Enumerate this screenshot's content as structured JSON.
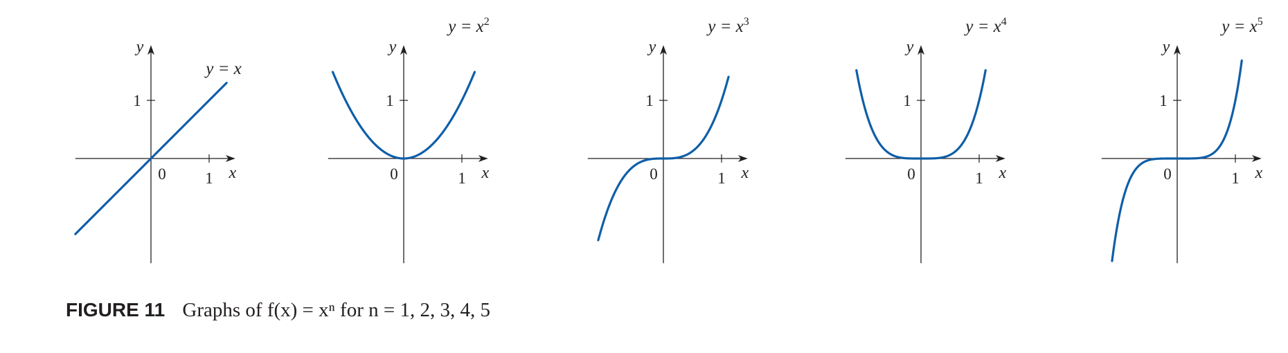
{
  "caption": {
    "label": "FIGURE 11",
    "text": "Graphs of f(x) = xⁿ for n = 1, 2, 3, 4, 5"
  },
  "line_color": "#0f5ea8",
  "axis_color": "#231f20",
  "chart_data": [
    {
      "type": "line",
      "xlabel": "x",
      "ylabel": "y",
      "x_ticks": [
        {
          "value": 0,
          "label": "0"
        },
        {
          "value": 1,
          "label": "1"
        }
      ],
      "y_ticks": [
        {
          "value": 1,
          "label": "1"
        }
      ],
      "xlim": [
        -1.3,
        1.45
      ],
      "ylim": [
        -1.8,
        1.95
      ],
      "curve_label": "y = x",
      "exponent": 1,
      "series": [
        {
          "name": "y = x",
          "domain": [
            -1.3,
            1.3
          ]
        }
      ]
    },
    {
      "type": "line",
      "xlabel": "x",
      "ylabel": "y",
      "x_ticks": [
        {
          "value": 0,
          "label": "0"
        },
        {
          "value": 1,
          "label": "1"
        }
      ],
      "y_ticks": [
        {
          "value": 1,
          "label": "1"
        }
      ],
      "xlim": [
        -1.3,
        1.45
      ],
      "ylim": [
        -1.8,
        1.95
      ],
      "curve_label": "y = x2",
      "exponent": 2,
      "series": [
        {
          "name": "y = x2",
          "domain": [
            -1.22,
            1.22
          ]
        }
      ]
    },
    {
      "type": "line",
      "xlabel": "x",
      "ylabel": "y",
      "x_ticks": [
        {
          "value": 0,
          "label": "0"
        },
        {
          "value": 1,
          "label": "1"
        }
      ],
      "y_ticks": [
        {
          "value": 1,
          "label": "1"
        }
      ],
      "xlim": [
        -1.3,
        1.45
      ],
      "ylim": [
        -1.8,
        1.95
      ],
      "curve_label": "y = x3",
      "exponent": 3,
      "series": [
        {
          "name": "y = x3",
          "domain": [
            -1.12,
            1.12
          ]
        }
      ]
    },
    {
      "type": "line",
      "xlabel": "x",
      "ylabel": "y",
      "x_ticks": [
        {
          "value": 0,
          "label": "0"
        },
        {
          "value": 1,
          "label": "1"
        }
      ],
      "y_ticks": [
        {
          "value": 1,
          "label": "1"
        }
      ],
      "xlim": [
        -1.3,
        1.45
      ],
      "ylim": [
        -1.8,
        1.95
      ],
      "curve_label": "y = x4",
      "exponent": 4,
      "series": [
        {
          "name": "y = x4",
          "domain": [
            -1.11,
            1.11
          ]
        }
      ]
    },
    {
      "type": "line",
      "xlabel": "x",
      "ylabel": "y",
      "x_ticks": [
        {
          "value": 0,
          "label": "0"
        },
        {
          "value": 1,
          "label": "1"
        }
      ],
      "y_ticks": [
        {
          "value": 1,
          "label": "1"
        }
      ],
      "xlim": [
        -1.3,
        1.45
      ],
      "ylim": [
        -1.8,
        1.95
      ],
      "curve_label": "y = x5",
      "exponent": 5,
      "series": [
        {
          "name": "y = x5",
          "domain": [
            -1.12,
            1.11
          ]
        }
      ]
    }
  ]
}
